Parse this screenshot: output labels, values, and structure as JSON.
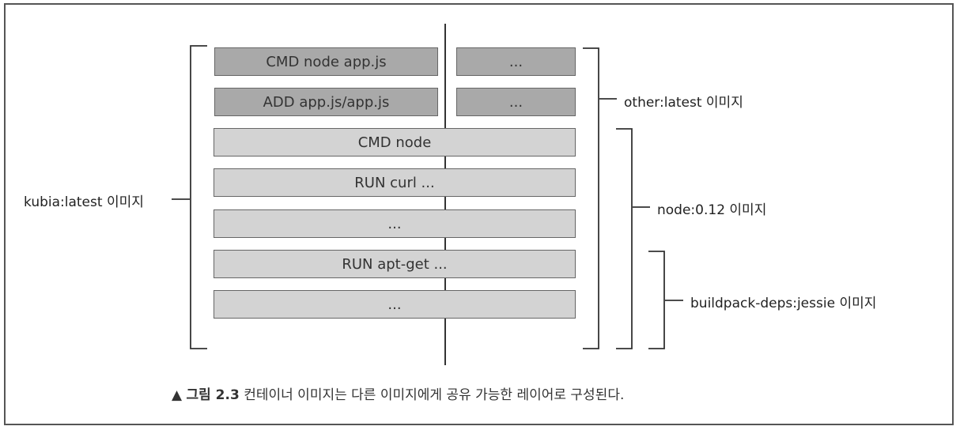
{
  "layers": [
    {
      "text": "CMD node app.js"
    },
    {
      "text": "ADD app.js/app.js"
    },
    {
      "text": "CMD node"
    },
    {
      "text": "RUN curl ..."
    },
    {
      "text": "..."
    },
    {
      "text": "RUN apt-get ..."
    },
    {
      "text": "..."
    }
  ],
  "other_layers": [
    {
      "text": "..."
    },
    {
      "text": "..."
    }
  ],
  "labels": {
    "kubia": "kubia:latest 이미지",
    "other": "other:latest 이미지",
    "node": "node:0.12 이미지",
    "buildpack": "buildpack-deps:jessie 이미지"
  },
  "caption": {
    "marker": "▲",
    "figure": "그림 2.3",
    "text": "컨테이너 이미지는 다른 이미지에게 공유 가능한 레이어로 구성된다."
  }
}
